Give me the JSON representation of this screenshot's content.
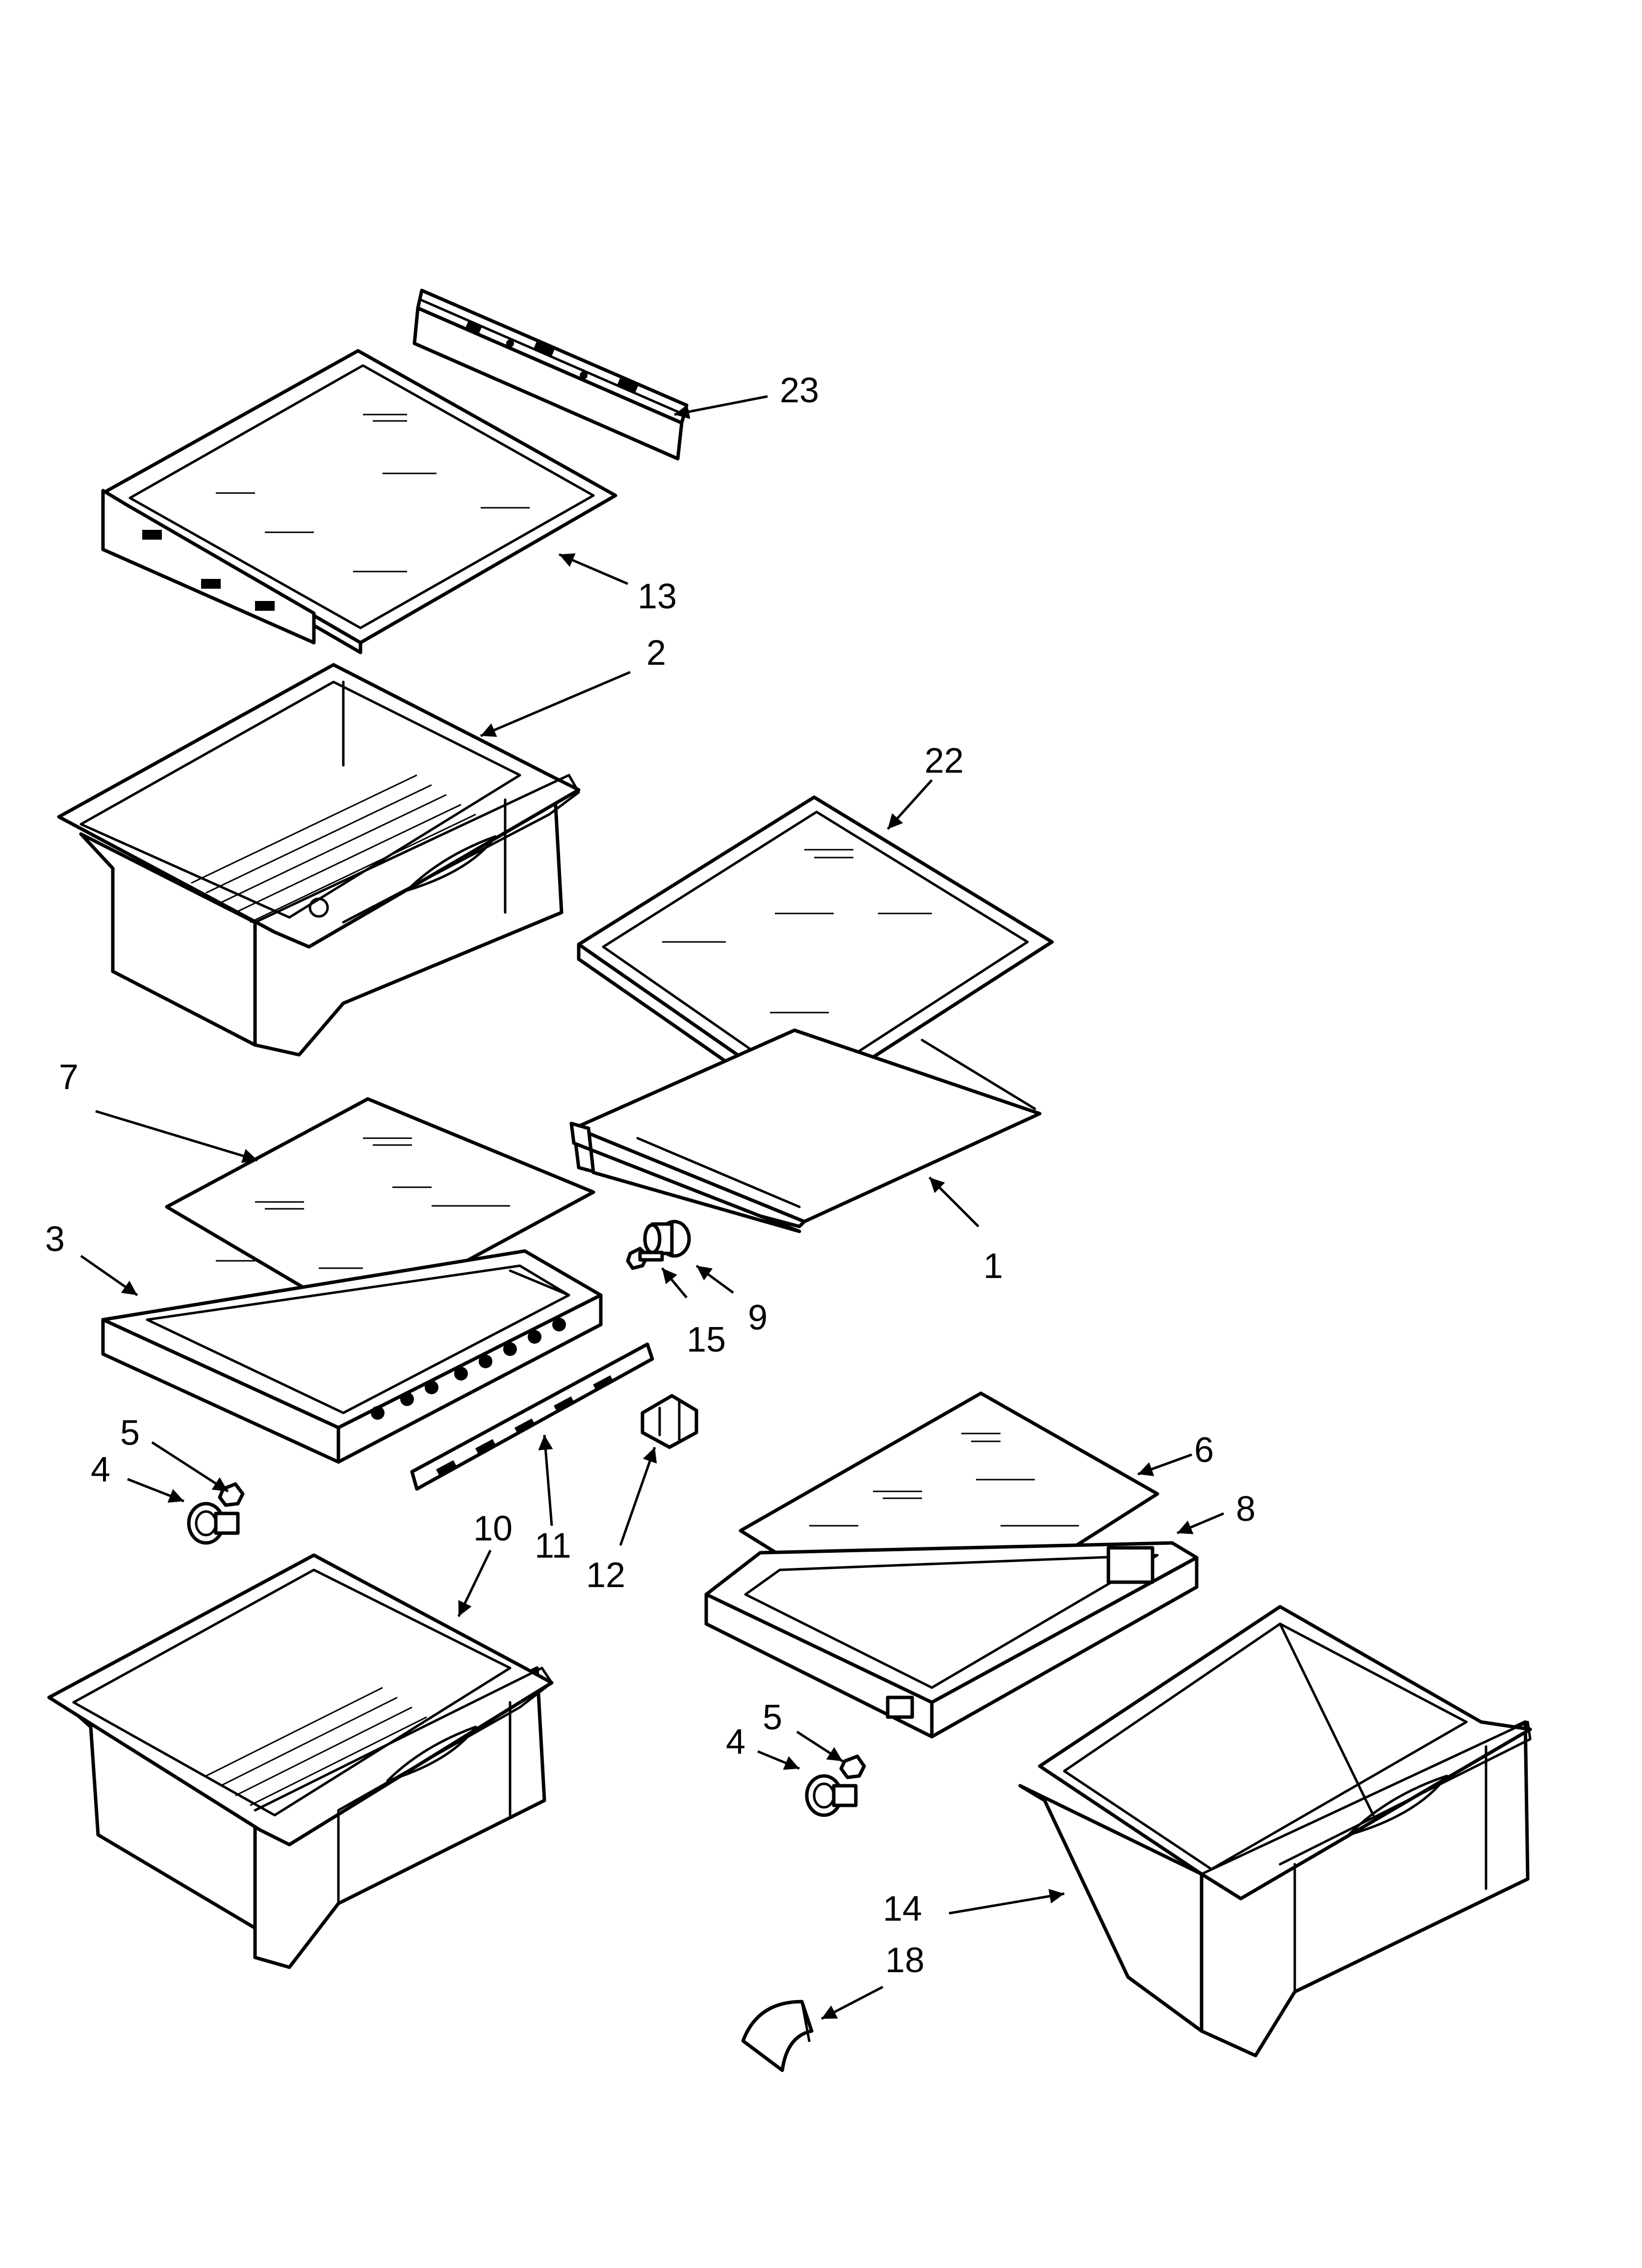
{
  "diagram": {
    "type": "exploded-parts-diagram",
    "callouts": [
      "23",
      "13",
      "2",
      "22",
      "7",
      "1",
      "3",
      "9",
      "15",
      "5",
      "4",
      "10",
      "11",
      "12",
      "6",
      "8",
      "5",
      "4",
      "14",
      "18"
    ]
  }
}
